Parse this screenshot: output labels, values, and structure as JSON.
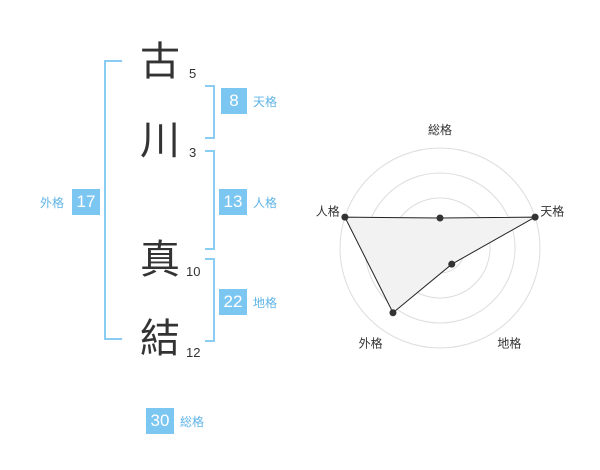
{
  "name": {
    "chars": [
      {
        "char": "古",
        "strokes": "5"
      },
      {
        "char": "川",
        "strokes": "3"
      },
      {
        "char": "真",
        "strokes": "10"
      },
      {
        "char": "結",
        "strokes": "12"
      }
    ]
  },
  "fortune": {
    "tenkaku": {
      "value": "8",
      "label": "天格"
    },
    "jinkaku": {
      "value": "13",
      "label": "人格"
    },
    "chikaku": {
      "value": "22",
      "label": "地格"
    },
    "gaikaku": {
      "value": "17",
      "label": "外格"
    },
    "soukaku": {
      "value": "30",
      "label": "総格"
    }
  },
  "colors": {
    "accent": "#7cc6f2",
    "label": "#5fb4e8",
    "bracket": "#8acdf2"
  },
  "chart_data": {
    "type": "radar",
    "axes": [
      "総格",
      "天格",
      "地格",
      "外格",
      "人格"
    ],
    "values": [
      0.3,
      1.0,
      0.2,
      0.8,
      1.0
    ],
    "max": 1.0,
    "rings": 4
  }
}
